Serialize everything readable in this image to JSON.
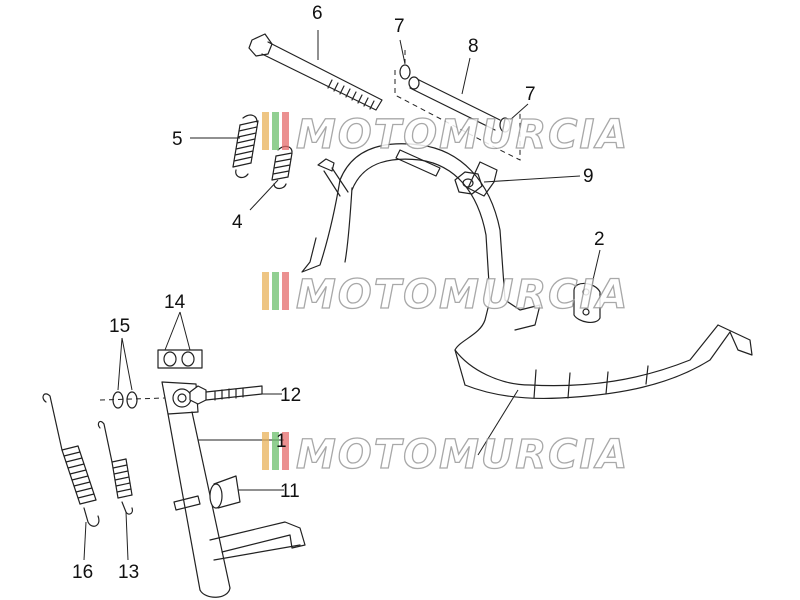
{
  "diagram": {
    "callouts": [
      "1",
      "2",
      "4",
      "5",
      "6",
      "7",
      "7",
      "8",
      "9",
      "11",
      "12",
      "13",
      "14",
      "15",
      "16"
    ],
    "watermark": "MOTOMURCIA",
    "watermark_colors": [
      "#e8b25a",
      "#6cbf6c",
      "#e46b6b",
      "#8a8aa0"
    ]
  }
}
